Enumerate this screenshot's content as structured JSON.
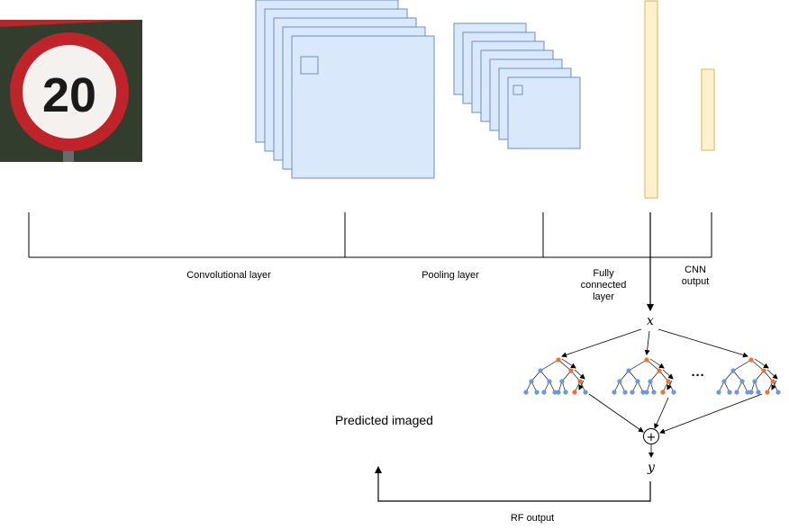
{
  "image": {
    "sign_text": "20",
    "colors": {
      "ring": "#c0242b",
      "face": "#f4f1ee",
      "background": "#2a332a"
    }
  },
  "layers": {
    "conv": "Convolutional layer",
    "pool": "Pooling layer",
    "fc": [
      "Fully",
      "connected",
      "layer"
    ],
    "cnn_out": [
      "CNN",
      "output"
    ]
  },
  "rf": {
    "input": "x",
    "ellipsis": "···",
    "sum_symbol": "+",
    "output": "y",
    "output_label": "RF output"
  },
  "predicted": "Predicted imaged",
  "colors": {
    "map_fill": "#dae8fc",
    "map_stroke": "#6c8ebf",
    "fc_fill": "#fff2cc",
    "fc_stroke": "#d6b656",
    "node_blue": "#6c98d8",
    "node_orange": "#e8743b",
    "line": "#000000"
  }
}
